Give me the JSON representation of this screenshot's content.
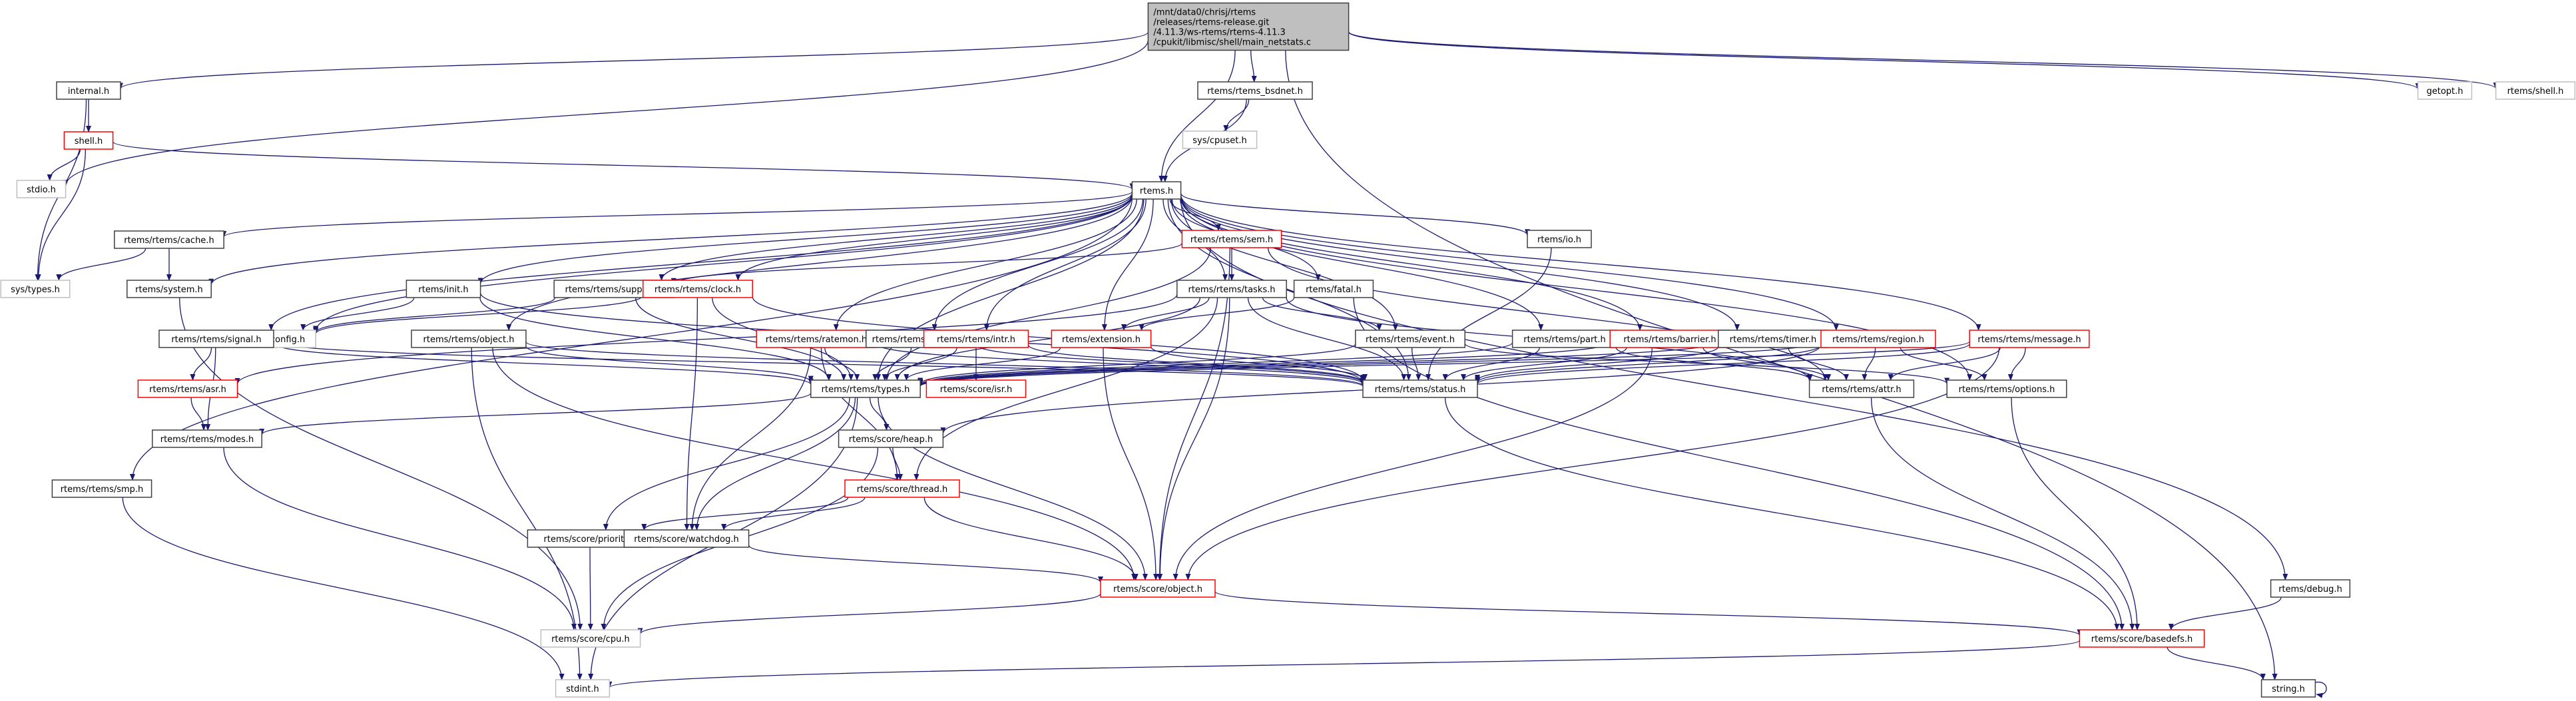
{
  "title": "Include dependency graph for main_netstats.c",
  "colors": {
    "edge": "#191970",
    "root_fill": "#bfbfbf",
    "root_border": "#404040",
    "documented_border": "#404040",
    "truncated_border": "#ff0000",
    "external_border": "#bfbfbf"
  },
  "nodes": [
    {
      "id": "root",
      "label": [
        "/mnt/data0/chrisj/rtems",
        "/releases/rtems-release.git",
        "/4.11.3/ws-rtems/rtems-4.11.3",
        "/cpukit/libmisc/shell/main_netstats.c"
      ],
      "kind": "root"
    },
    {
      "id": "internal",
      "label": [
        "internal.h"
      ],
      "kind": "documented"
    },
    {
      "id": "shell",
      "label": [
        "shell.h"
      ],
      "kind": "truncated"
    },
    {
      "id": "stdio",
      "label": [
        "stdio.h"
      ],
      "kind": "external"
    },
    {
      "id": "systypes",
      "label": [
        "sys/types.h"
      ],
      "kind": "external"
    },
    {
      "id": "bsdnet",
      "label": [
        "rtems/rtems_bsdnet.h"
      ],
      "kind": "documented"
    },
    {
      "id": "cpuset",
      "label": [
        "sys/cpuset.h"
      ],
      "kind": "external"
    },
    {
      "id": "getopt",
      "label": [
        "getopt.h"
      ],
      "kind": "external"
    },
    {
      "id": "rshell",
      "label": [
        "rtems/shell.h"
      ],
      "kind": "external"
    },
    {
      "id": "rtems",
      "label": [
        "rtems.h"
      ],
      "kind": "documented"
    },
    {
      "id": "cache",
      "label": [
        "rtems/rtems/cache.h"
      ],
      "kind": "documented"
    },
    {
      "id": "system",
      "label": [
        "rtems/system.h"
      ],
      "kind": "documented"
    },
    {
      "id": "init",
      "label": [
        "rtems/init.h"
      ],
      "kind": "documented"
    },
    {
      "id": "support",
      "label": [
        "rtems/rtems/support.h"
      ],
      "kind": "documented"
    },
    {
      "id": "clock",
      "label": [
        "rtems/rtems/clock.h"
      ],
      "kind": "truncated"
    },
    {
      "id": "sem",
      "label": [
        "rtems/rtems/sem.h"
      ],
      "kind": "truncated"
    },
    {
      "id": "tasks",
      "label": [
        "rtems/rtems/tasks.h"
      ],
      "kind": "documented"
    },
    {
      "id": "fatal",
      "label": [
        "rtems/fatal.h"
      ],
      "kind": "documented"
    },
    {
      "id": "io",
      "label": [
        "rtems/io.h"
      ],
      "kind": "documented"
    },
    {
      "id": "config",
      "label": [
        "rtems/config.h"
      ],
      "kind": "external"
    },
    {
      "id": "signal",
      "label": [
        "rtems/rtems/signal.h"
      ],
      "kind": "documented"
    },
    {
      "id": "object",
      "label": [
        "rtems/rtems/object.h"
      ],
      "kind": "documented"
    },
    {
      "id": "ratemon",
      "label": [
        "rtems/rtems/ratemon.h"
      ],
      "kind": "truncated"
    },
    {
      "id": "dpmem",
      "label": [
        "rtems/rtems/dpmem.h"
      ],
      "kind": "documented"
    },
    {
      "id": "intr",
      "label": [
        "rtems/rtems/intr.h"
      ],
      "kind": "truncated"
    },
    {
      "id": "extension",
      "label": [
        "rtems/extension.h"
      ],
      "kind": "truncated"
    },
    {
      "id": "event",
      "label": [
        "rtems/rtems/event.h"
      ],
      "kind": "documented"
    },
    {
      "id": "part",
      "label": [
        "rtems/rtems/part.h"
      ],
      "kind": "documented"
    },
    {
      "id": "barrier",
      "label": [
        "rtems/rtems/barrier.h"
      ],
      "kind": "truncated"
    },
    {
      "id": "timer",
      "label": [
        "rtems/rtems/timer.h"
      ],
      "kind": "documented"
    },
    {
      "id": "region",
      "label": [
        "rtems/rtems/region.h"
      ],
      "kind": "truncated"
    },
    {
      "id": "message",
      "label": [
        "rtems/rtems/message.h"
      ],
      "kind": "truncated"
    },
    {
      "id": "asr",
      "label": [
        "rtems/rtems/asr.h"
      ],
      "kind": "truncated"
    },
    {
      "id": "types",
      "label": [
        "rtems/rtems/types.h"
      ],
      "kind": "documented"
    },
    {
      "id": "isr",
      "label": [
        "rtems/score/isr.h"
      ],
      "kind": "truncated"
    },
    {
      "id": "status",
      "label": [
        "rtems/rtems/status.h"
      ],
      "kind": "documented"
    },
    {
      "id": "attr",
      "label": [
        "rtems/rtems/attr.h"
      ],
      "kind": "documented"
    },
    {
      "id": "options",
      "label": [
        "rtems/rtems/options.h"
      ],
      "kind": "documented"
    },
    {
      "id": "modes",
      "label": [
        "rtems/rtems/modes.h"
      ],
      "kind": "documented"
    },
    {
      "id": "heap",
      "label": [
        "rtems/score/heap.h"
      ],
      "kind": "documented"
    },
    {
      "id": "smp",
      "label": [
        "rtems/rtems/smp.h"
      ],
      "kind": "documented"
    },
    {
      "id": "thread",
      "label": [
        "rtems/score/thread.h"
      ],
      "kind": "truncated"
    },
    {
      "id": "priority",
      "label": [
        "rtems/score/priority.h"
      ],
      "kind": "documented"
    },
    {
      "id": "watchdog",
      "label": [
        "rtems/score/watchdog.h"
      ],
      "kind": "documented"
    },
    {
      "id": "sobject",
      "label": [
        "rtems/score/object.h"
      ],
      "kind": "truncated"
    },
    {
      "id": "debug",
      "label": [
        "rtems/debug.h"
      ],
      "kind": "documented"
    },
    {
      "id": "cpu",
      "label": [
        "rtems/score/cpu.h"
      ],
      "kind": "external"
    },
    {
      "id": "basedefs",
      "label": [
        "rtems/score/basedefs.h"
      ],
      "kind": "truncated"
    },
    {
      "id": "stdint",
      "label": [
        "stdint.h"
      ],
      "kind": "external"
    },
    {
      "id": "string",
      "label": [
        "string.h"
      ],
      "kind": "documented"
    }
  ],
  "edges": [
    [
      "root",
      "internal"
    ],
    [
      "root",
      "bsdnet"
    ],
    [
      "root",
      "rtems"
    ],
    [
      "root",
      "stdio"
    ],
    [
      "root",
      "getopt"
    ],
    [
      "root",
      "rshell"
    ],
    [
      "root",
      "string"
    ],
    [
      "internal",
      "shell"
    ],
    [
      "internal",
      "systypes"
    ],
    [
      "shell",
      "stdio"
    ],
    [
      "shell",
      "systypes"
    ],
    [
      "shell",
      "rtems"
    ],
    [
      "bsdnet",
      "cpuset"
    ],
    [
      "bsdnet",
      "rtems"
    ],
    [
      "rtems",
      "cache"
    ],
    [
      "rtems",
      "system"
    ],
    [
      "rtems",
      "init"
    ],
    [
      "rtems",
      "support"
    ],
    [
      "rtems",
      "clock"
    ],
    [
      "rtems",
      "sem"
    ],
    [
      "rtems",
      "tasks"
    ],
    [
      "rtems",
      "fatal"
    ],
    [
      "rtems",
      "io"
    ],
    [
      "rtems",
      "config"
    ],
    [
      "rtems",
      "signal"
    ],
    [
      "rtems",
      "object"
    ],
    [
      "rtems",
      "ratemon"
    ],
    [
      "rtems",
      "dpmem"
    ],
    [
      "rtems",
      "intr"
    ],
    [
      "rtems",
      "extension"
    ],
    [
      "rtems",
      "event"
    ],
    [
      "rtems",
      "part"
    ],
    [
      "rtems",
      "barrier"
    ],
    [
      "rtems",
      "timer"
    ],
    [
      "rtems",
      "region"
    ],
    [
      "rtems",
      "message"
    ],
    [
      "rtems",
      "smp"
    ],
    [
      "rtems",
      "debug"
    ],
    [
      "rtems",
      "types"
    ],
    [
      "rtems",
      "status"
    ],
    [
      "rtems",
      "options"
    ],
    [
      "cache",
      "systypes"
    ],
    [
      "cache",
      "system"
    ],
    [
      "system",
      "cpu"
    ],
    [
      "init",
      "config"
    ],
    [
      "init",
      "types"
    ],
    [
      "init",
      "status"
    ],
    [
      "support",
      "config"
    ],
    [
      "support",
      "types"
    ],
    [
      "clock",
      "config"
    ],
    [
      "clock",
      "types"
    ],
    [
      "clock",
      "watchdog"
    ],
    [
      "clock",
      "status"
    ],
    [
      "sem",
      "support"
    ],
    [
      "sem",
      "tasks"
    ],
    [
      "sem",
      "types"
    ],
    [
      "sem",
      "attr"
    ],
    [
      "sem",
      "sobject"
    ],
    [
      "tasks",
      "types"
    ],
    [
      "tasks",
      "status"
    ],
    [
      "tasks",
      "attr"
    ],
    [
      "tasks",
      "asr"
    ],
    [
      "tasks",
      "thread"
    ],
    [
      "tasks",
      "event"
    ],
    [
      "tasks",
      "sobject"
    ],
    [
      "tasks",
      "extension"
    ],
    [
      "fatal",
      "extension"
    ],
    [
      "fatal",
      "basedefs"
    ],
    [
      "io",
      "status"
    ],
    [
      "signal",
      "asr"
    ],
    [
      "signal",
      "modes"
    ],
    [
      "signal",
      "types"
    ],
    [
      "signal",
      "status"
    ],
    [
      "object",
      "types"
    ],
    [
      "object",
      "status"
    ],
    [
      "object",
      "stdint"
    ],
    [
      "object",
      "sobject"
    ],
    [
      "ratemon",
      "types"
    ],
    [
      "ratemon",
      "status"
    ],
    [
      "ratemon",
      "thread"
    ],
    [
      "ratemon",
      "watchdog"
    ],
    [
      "dpmem",
      "types"
    ],
    [
      "dpmem",
      "status"
    ],
    [
      "intr",
      "isr"
    ],
    [
      "intr",
      "types"
    ],
    [
      "intr",
      "status"
    ],
    [
      "extension",
      "sobject"
    ],
    [
      "extension",
      "status"
    ],
    [
      "extension",
      "types"
    ],
    [
      "event",
      "types"
    ],
    [
      "event",
      "status"
    ],
    [
      "event",
      "options"
    ],
    [
      "part",
      "types"
    ],
    [
      "part",
      "status"
    ],
    [
      "part",
      "attr"
    ],
    [
      "barrier",
      "types"
    ],
    [
      "barrier",
      "status"
    ],
    [
      "barrier",
      "attr"
    ],
    [
      "barrier",
      "sobject"
    ],
    [
      "timer",
      "types"
    ],
    [
      "timer",
      "status"
    ],
    [
      "timer",
      "attr"
    ],
    [
      "region",
      "types"
    ],
    [
      "region",
      "status"
    ],
    [
      "region",
      "attr"
    ],
    [
      "region",
      "options"
    ],
    [
      "region",
      "heap"
    ],
    [
      "message",
      "types"
    ],
    [
      "message",
      "status"
    ],
    [
      "message",
      "attr"
    ],
    [
      "message",
      "options"
    ],
    [
      "message",
      "sobject"
    ],
    [
      "asr",
      "modes"
    ],
    [
      "types",
      "modes"
    ],
    [
      "types",
      "heap"
    ],
    [
      "types",
      "priority"
    ],
    [
      "types",
      "watchdog"
    ],
    [
      "types",
      "sobject"
    ],
    [
      "types",
      "stdint"
    ],
    [
      "status",
      "basedefs"
    ],
    [
      "attr",
      "basedefs"
    ],
    [
      "options",
      "basedefs"
    ],
    [
      "heap",
      "thread"
    ],
    [
      "heap",
      "cpu"
    ],
    [
      "thread",
      "priority"
    ],
    [
      "thread",
      "watchdog"
    ],
    [
      "thread",
      "sobject"
    ],
    [
      "modes",
      "cpu"
    ],
    [
      "priority",
      "cpu"
    ],
    [
      "watchdog",
      "sobject"
    ],
    [
      "sobject",
      "cpu"
    ],
    [
      "sobject",
      "basedefs"
    ],
    [
      "smp",
      "stdint"
    ],
    [
      "debug",
      "basedefs"
    ],
    [
      "basedefs",
      "stdint"
    ],
    [
      "basedefs",
      "string"
    ],
    [
      "string",
      "string"
    ]
  ]
}
